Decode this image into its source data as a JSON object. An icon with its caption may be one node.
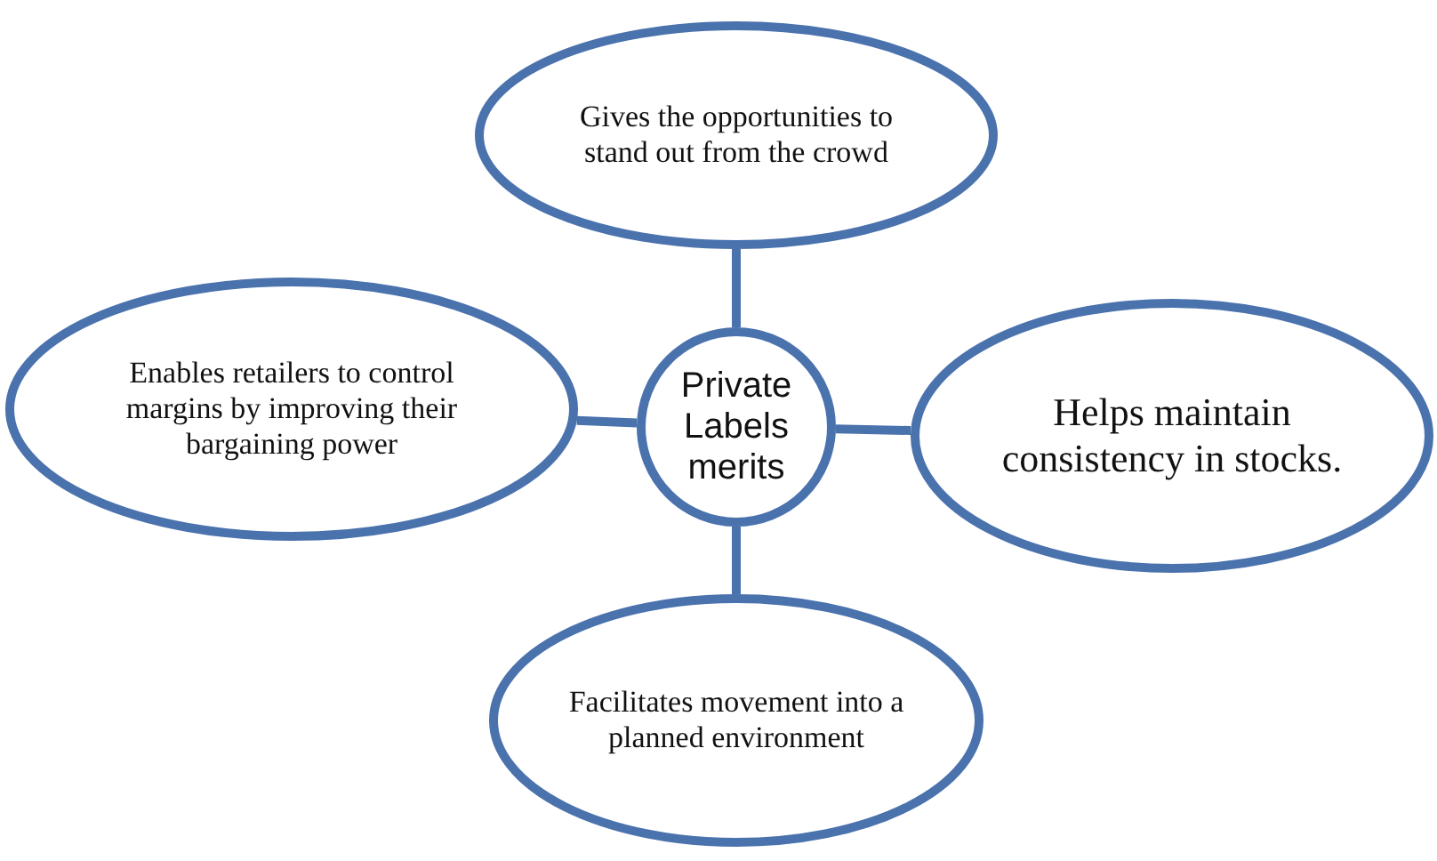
{
  "diagram": {
    "nodes": [
      {
        "text": [
          "Gives the opportunities to stand out from the crowd"
        ]
      },
      {
        "text": [
          "Enables retailers to control margins by improving their bargaining power"
        ]
      },
      {
        "text": [
          "Private Labels merits"
        ]
      },
      {
        "text": [
          "Helps maintain consistency in stocks."
        ]
      },
      {
        "text": [
          "Facilitates movement into a planned environment"
        ]
      }
    ],
    "edges": [
      {
        "from": 2,
        "to": 0,
        "arrow": "none"
      },
      {
        "from": 2,
        "to": 1,
        "arrow": "none"
      },
      {
        "from": 2,
        "to": 3,
        "arrow": "none"
      },
      {
        "from": 2,
        "to": 4,
        "arrow": "none"
      }
    ]
  }
}
